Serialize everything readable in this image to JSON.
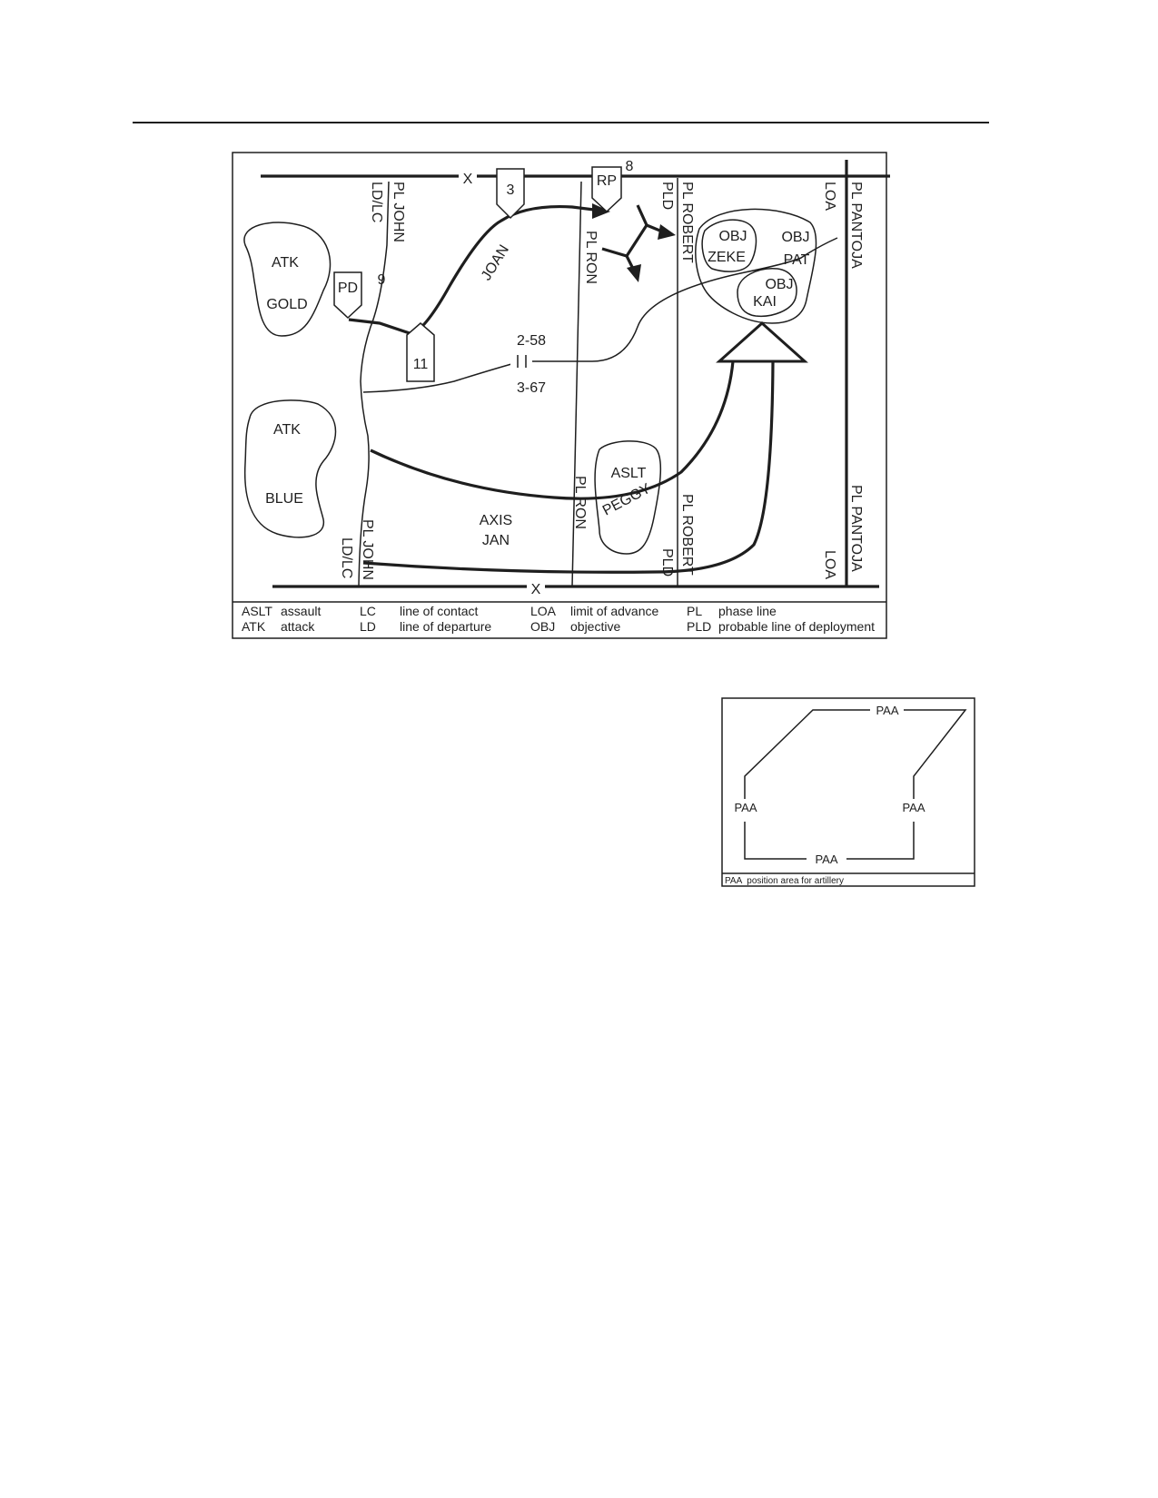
{
  "overlay": {
    "boundary_top_symbol": "X",
    "boundary_bottom_symbol": "X",
    "pl_john_top": "PL JOHN",
    "ldlc_top": "LD/LC",
    "pl_john_bottom": "PL JOHN",
    "ldlc_bottom": "LD/LC",
    "pl_ron_top": "PL RON",
    "pl_ron_bottom": "PL RON",
    "pld_top": "PLD",
    "pl_robert_top": "PL ROBERT",
    "pl_robert_bottom": "PL ROBERT",
    "pld_bottom": "PLD",
    "loa_top": "LOA",
    "pl_pantoja_top": "PL PANTOJA",
    "pl_pantoja_bottom": "PL PANTOJA",
    "loa_bottom": "LOA",
    "atk_gold_1": "ATK",
    "atk_gold_2": "GOLD",
    "atk_blue_1": "ATK",
    "atk_blue_2": "BLUE",
    "pd_label": "PD",
    "pd_number": "9",
    "checkpoint_3": "3",
    "checkpoint_11": "11",
    "rp_label": "RP",
    "rp_number": "8",
    "route_joan": "JOAN",
    "boundary_upper": "2-58",
    "boundary_lower": "3-67",
    "axis_1": "AXIS",
    "axis_2": "JAN",
    "aslt_label": "ASLT",
    "peggy_label": "PEGGY",
    "obj_zeke_1": "OBJ",
    "obj_zeke_2": "ZEKE",
    "obj_pat_1": "OBJ",
    "obj_pat_2": "PAT",
    "obj_kai_1": "OBJ",
    "obj_kai_2": "KAI",
    "legend": [
      {
        "abbr": "ASLT",
        "meaning": "assault"
      },
      {
        "abbr": "ATK",
        "meaning": "attack"
      },
      {
        "abbr": "LC",
        "meaning": "line of contact"
      },
      {
        "abbr": "LD",
        "meaning": "line of departure"
      },
      {
        "abbr": "LOA",
        "meaning": "limit of advance"
      },
      {
        "abbr": "OBJ",
        "meaning": "objective"
      },
      {
        "abbr": "PL",
        "meaning": "phase line"
      },
      {
        "abbr": "PLD",
        "meaning": "probable line of deployment"
      }
    ]
  },
  "paa": {
    "top": "PAA",
    "left": "PAA",
    "right": "PAA",
    "bottom": "PAA",
    "legend": "PAA  position area for artillery"
  }
}
